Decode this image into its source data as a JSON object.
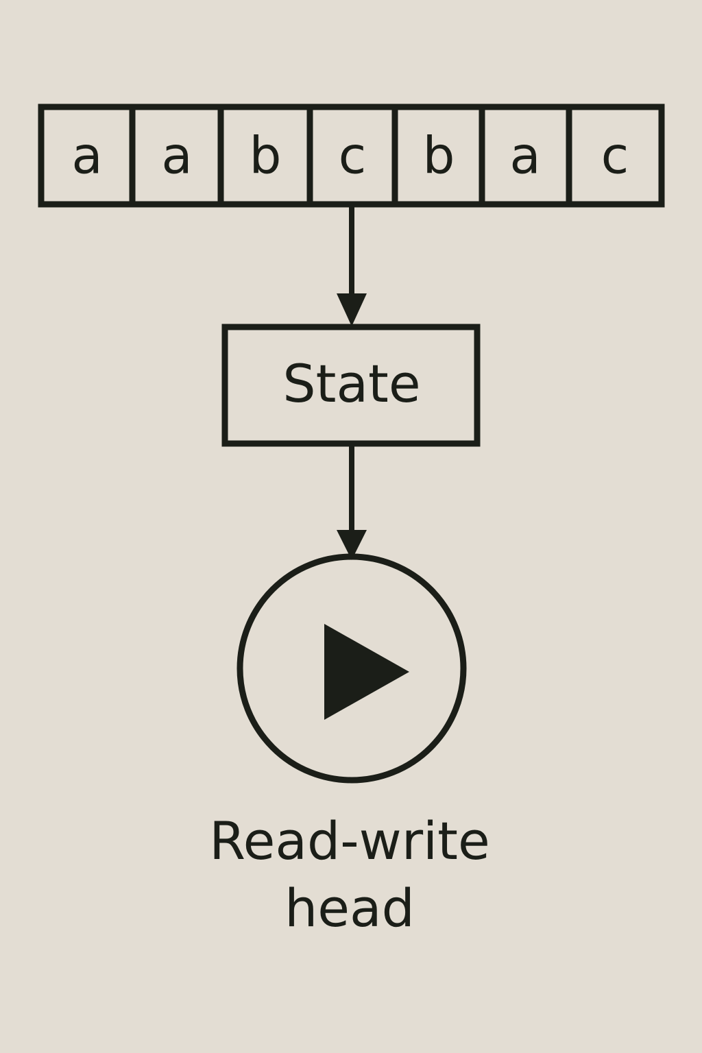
{
  "tape": {
    "cells": [
      "a",
      "a",
      "b",
      "c",
      "b",
      "a",
      "c"
    ]
  },
  "state": {
    "label": "State"
  },
  "head": {
    "icon": "play-icon",
    "caption_line1": "Read-write",
    "caption_line2": "head"
  },
  "colors": {
    "background": "#e3ddd3",
    "ink": "#1b1e18"
  }
}
